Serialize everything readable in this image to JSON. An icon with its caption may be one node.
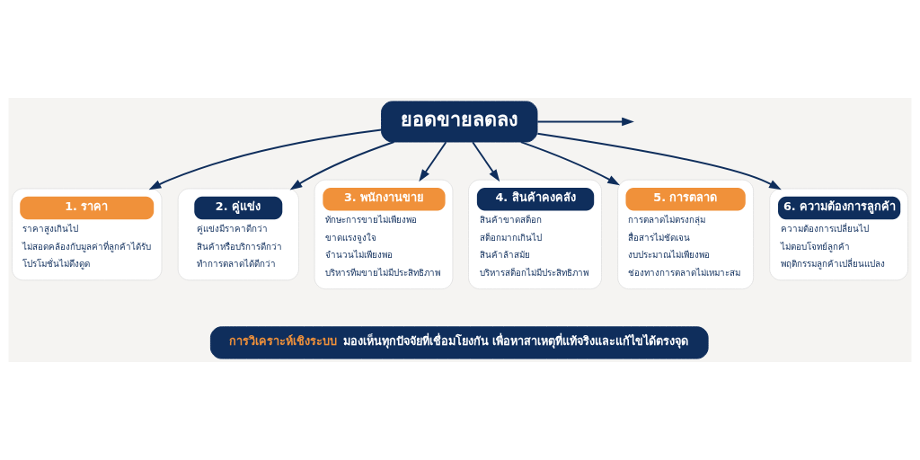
{
  "diagram": {
    "nodes": [
      {
        "text": [
          "ยอดขายลดลง"
        ]
      },
      {
        "text": [
          "1. ราคา",
          "ราคาสูงเกินไป",
          "ไม่สอดคล้องกับมูลค่าที่ลูกค้าได้รับ",
          "โปรโมชั่นไม่ดึงดูด"
        ]
      },
      {
        "text": [
          "2. คู่แข่ง",
          "คู่แข่งมีราคาดีกว่า",
          "สินค้าหรือบริการดีกว่า",
          "ทำการตลาดได้ดีกว่า"
        ]
      },
      {
        "text": [
          "3. พนักงานขาย",
          "ทักษะการขายไม่เพียงพอ",
          "ขาดแรงจูงใจ",
          "จำนวนไม่เพียงพอ",
          "บริหารทีมขายไม่มีประสิทธิภาพ"
        ]
      },
      {
        "text": [
          "4. สินค้าคงคลัง",
          "สินค้าขาดสต็อก",
          "สต็อกมากเกินไป",
          "สินค้าล้าสมัย",
          "บริหารสต็อกไม่มีประสิทธิภาพ"
        ]
      },
      {
        "text": [
          "5. การตลาด",
          "การตลาดไม่ตรงกลุ่ม",
          "สื่อสารไม่ชัดเจน",
          "งบประมาณไม่เพียงพอ",
          "ช่องทางการตลาดไม่เหมาะสม"
        ]
      },
      {
        "text": [
          "6. ความต้องการลูกค้า",
          "ความต้องการเปลี่ยนไป",
          "ไม่ตอบโจทย์ลูกค้า",
          "พฤติกรรมลูกค้าเปลี่ยนแปลง"
        ]
      },
      {
        "text": [
          "การวิเคราะห์เชิงระบบ",
          "มองเห็นทุกปัจจัยที่เชื่อมโยงกัน เพื่อหาสาเหตุที่แท้จริงและแก้ไขได้ตรงจุด"
        ]
      }
    ],
    "edges": [
      {
        "from": 0,
        "to": null,
        "arrow": "to"
      },
      {
        "from": 0,
        "to": 1,
        "arrow": "to"
      },
      {
        "from": 0,
        "to": 2,
        "arrow": "to"
      },
      {
        "from": 0,
        "to": 3,
        "arrow": "to"
      },
      {
        "from": 0,
        "to": 4,
        "arrow": "to"
      },
      {
        "from": 0,
        "to": 5,
        "arrow": "to"
      },
      {
        "from": 0,
        "to": 6,
        "arrow": "to"
      }
    ]
  }
}
